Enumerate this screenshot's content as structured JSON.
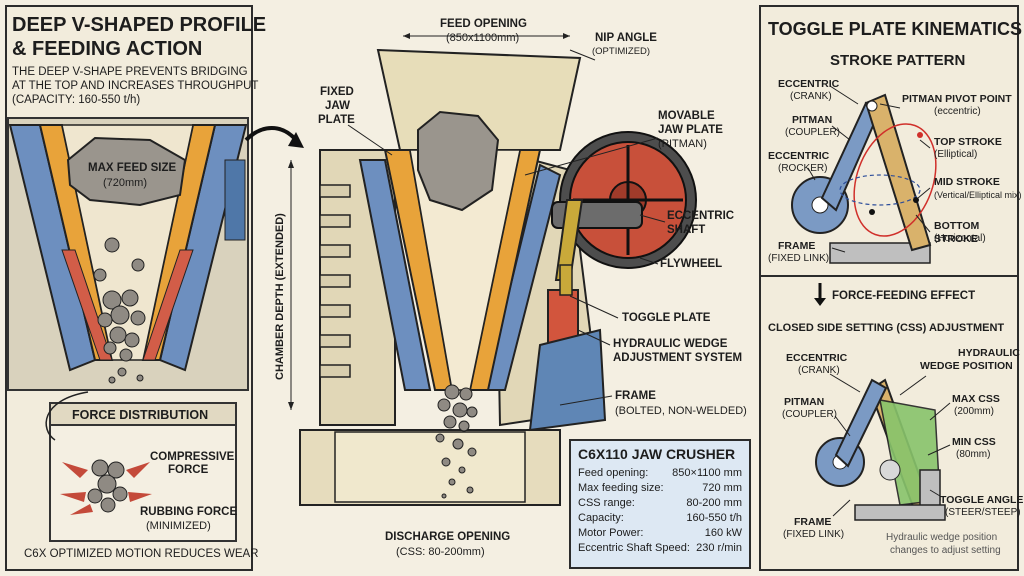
{
  "left": {
    "title_line1": "DEEP V-SHAPED PROFILE",
    "title_line2": "& FEEDING ACTION",
    "desc_line1": "THE DEEP V-SHAPE PREVENTS BRIDGING",
    "desc_line2": "AT THE TOP AND INCREASES THROUGHPUT",
    "desc_line3": "(CAPACITY: 160-550 t/h)",
    "max_feed_label": "MAX FEED SIZE",
    "max_feed_value": "(720mm)",
    "force_title": "FORCE DISTRIBUTION",
    "compressive_line1": "COMPRESSIVE",
    "compressive_line2": "FORCE",
    "rubbing_line1": "RUBBING FORCE",
    "rubbing_line2": "(MINIMIZED)",
    "footer": "C6X OPTIMIZED MOTION REDUCES WEAR"
  },
  "center": {
    "feed_opening": "FEED OPENING",
    "feed_opening_value": "(850x1100mm)",
    "nip_angle": "NIP ANGLE",
    "nip_angle_value": "(OPTIMIZED)",
    "fixed_jaw_1": "FIXED",
    "fixed_jaw_2": "JAW",
    "fixed_jaw_3": "PLATE",
    "movable_jaw_1": "MOVABLE",
    "movable_jaw_2": "JAW PLATE",
    "movable_jaw_3": "(PITMAN)",
    "eccentric_shaft_1": "ECCENTRIC",
    "eccentric_shaft_2": "SHAFT",
    "flywheel": "FLYWHEEL",
    "toggle_plate": "TOGGLE PLATE",
    "hydraulic_1": "HYDRAULIC WEDGE",
    "hydraulic_2": "ADJUSTMENT SYSTEM",
    "frame": "FRAME",
    "frame_sub": "(BOLTED, NON-WELDED)",
    "chamber_depth": "CHAMBER DEPTH (EXTENDED)",
    "discharge": "DISCHARGE OPENING",
    "discharge_sub": "(CSS: 80-200mm)"
  },
  "specs": {
    "title": "C6X110 JAW CRUSHER",
    "rows": [
      {
        "label": "Feed opening:",
        "value": "850×1100 mm"
      },
      {
        "label": "Max feeding size:",
        "value": "720 mm"
      },
      {
        "label": "CSS range:",
        "value": "80-200 mm"
      },
      {
        "label": "Capacity:",
        "value": "160-550 t/h"
      },
      {
        "label": "Motor Power:",
        "value": "160 kW"
      },
      {
        "label": "Eccentric Shaft Speed:",
        "value": "230 r/min"
      }
    ]
  },
  "right": {
    "title": "TOGGLE PLATE KINEMATICS",
    "stroke_title": "STROKE PATTERN",
    "ecc_crank": "ECCENTRIC",
    "ecc_crank_sub": "(CRANK)",
    "pitman": "PITMAN",
    "pitman_sub": "(COUPLER)",
    "ecc_rocker": "ECCENTRIC",
    "ecc_rocker_sub": "(ROCKER)",
    "frame": "FRAME",
    "frame_sub": "(FIXED LINK)",
    "pivot": "PITMAN PIVOT POINT",
    "pivot_sub": "(eccentric)",
    "top_stroke": "TOP STROKE",
    "top_stroke_sub": "(Elliptical)",
    "mid_stroke": "MID STROKE",
    "mid_stroke_sub": "(Vertical/Elliptical mix)",
    "bottom_stroke": "BOTTOM STROKE",
    "bottom_stroke_sub": "(Horizontal)",
    "force_feeding": "FORCE-FEEDING EFFECT",
    "css_title": "CLOSED SIDE SETTING (CSS) ADJUSTMENT",
    "ecc2": "ECCENTRIC",
    "ecc2_sub": "(CRANK)",
    "hyd_1": "HYDRAULIC",
    "hyd_2": "WEDGE POSITION",
    "pitman2": "PITMAN",
    "pitman2_sub": "(COUPLER)",
    "max_css": "MAX CSS",
    "max_css_sub": "(200mm)",
    "min_css": "MIN CSS",
    "min_css_sub": "(80mm)",
    "frame2": "FRAME",
    "frame2_sub": "(FIXED LINK)",
    "toggle_angle": "TOGGLE ANGLE",
    "toggle_angle_sub": "(STEER/STEEP)",
    "note_1": "Hydraulic wedge position",
    "note_2": "changes to adjust setting"
  },
  "colors": {
    "jaw_orange": "#e8a33a",
    "steel_blue": "#5f86b5",
    "flywheel_red": "#c8503a",
    "frame_cream": "#ece3c5",
    "rock_grey": "#9a958d"
  }
}
